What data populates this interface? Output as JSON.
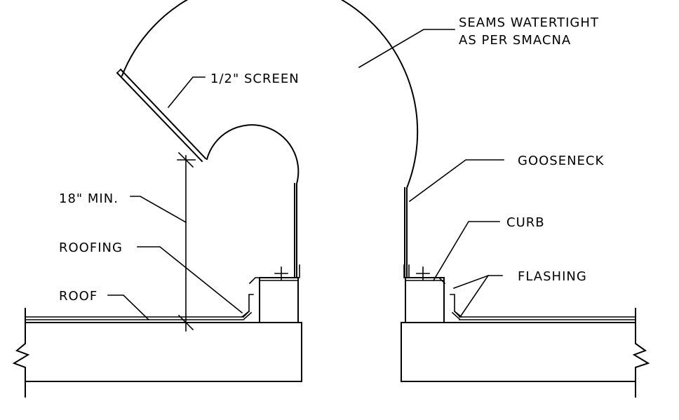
{
  "labels": {
    "seams_line1": "SEAMS WATERTIGHT",
    "seams_line2": "AS PER SMACNA",
    "screen": "1/2\" SCREEN",
    "gooseneck": "GOOSENECK",
    "min_height": "18\" MIN.",
    "curb": "CURB",
    "roofing": "ROOFING",
    "flashing": "FLASHING",
    "roof": "ROOF"
  },
  "colors": {
    "line": "#000000",
    "background": "#ffffff"
  }
}
